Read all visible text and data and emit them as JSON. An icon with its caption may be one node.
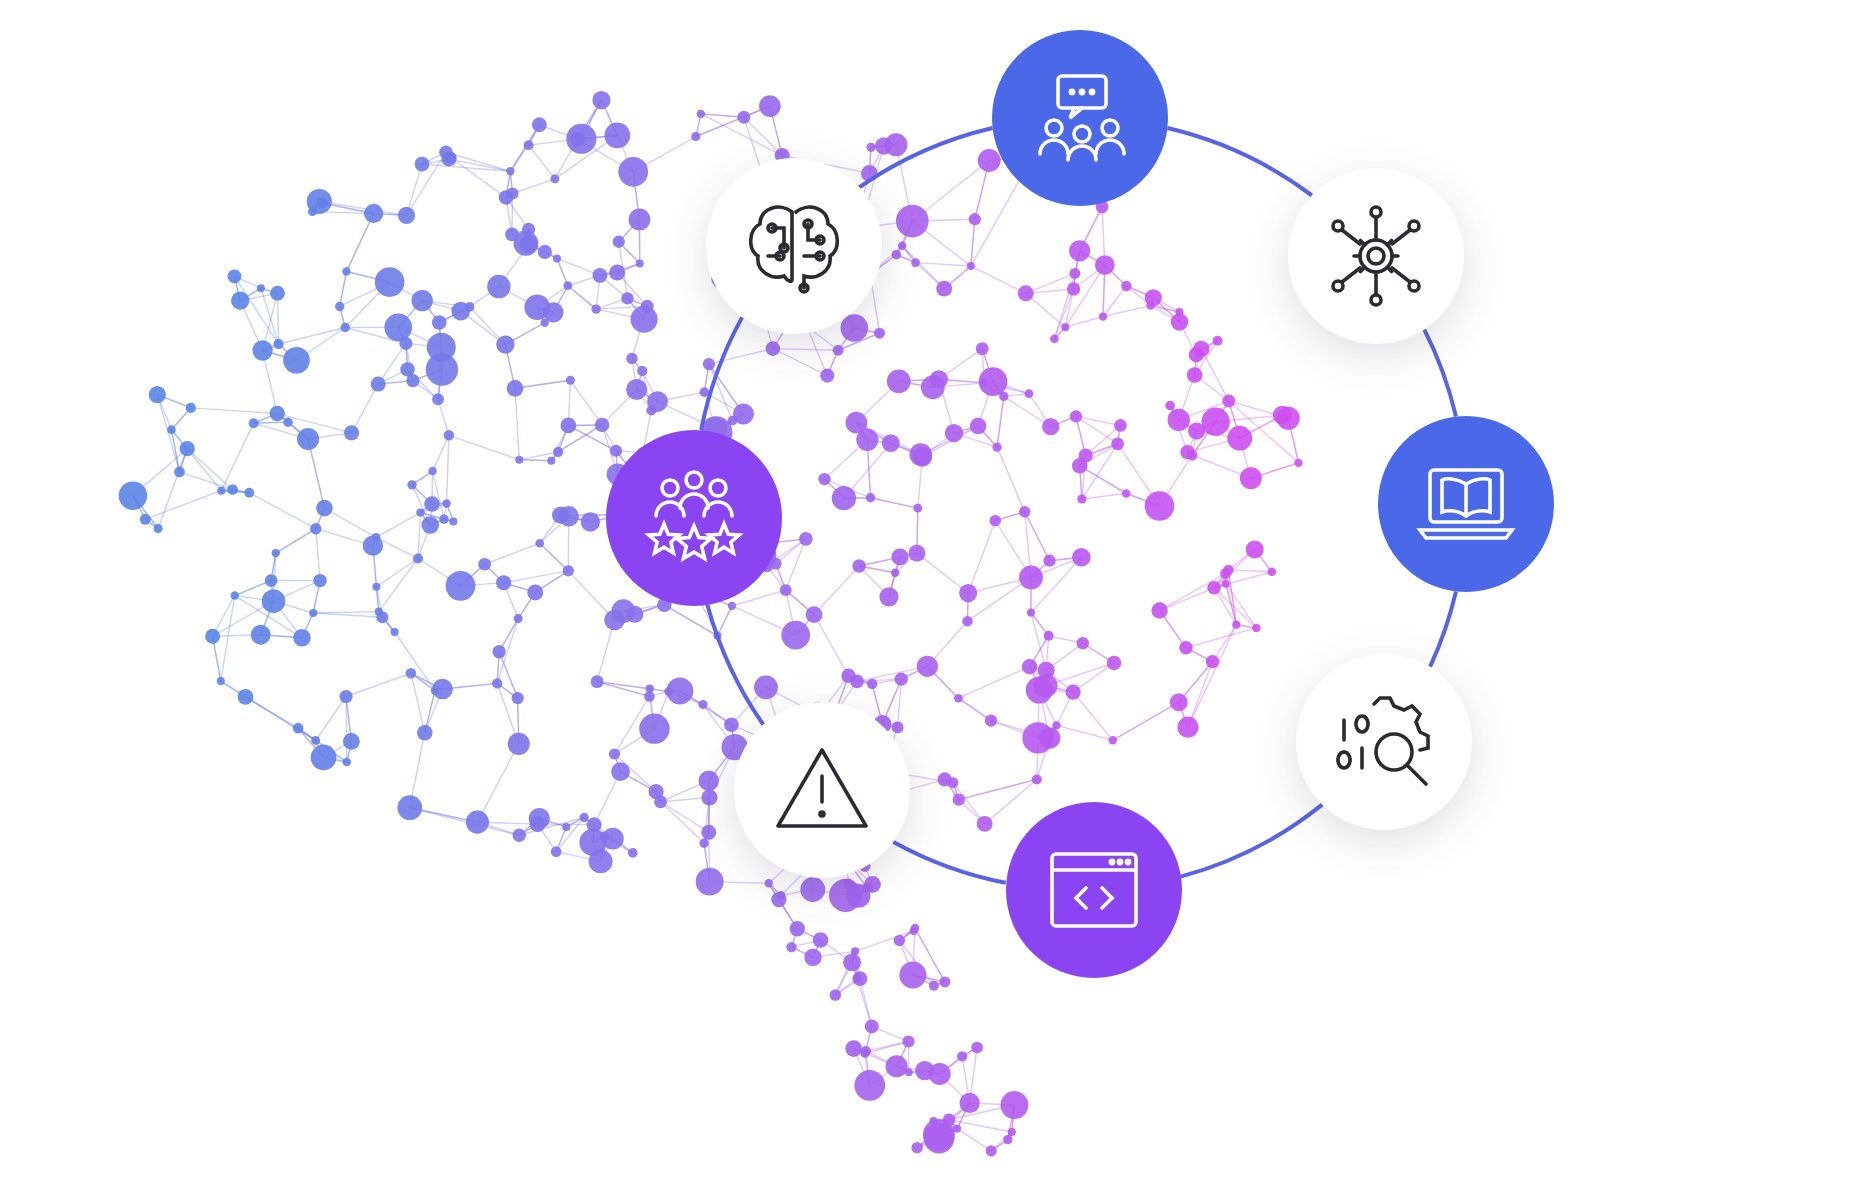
{
  "diagram": {
    "nodes": [
      {
        "text": [],
        "shape": "circle"
      },
      {
        "text": [],
        "shape": "circle"
      },
      {
        "text": [],
        "shape": "circle"
      },
      {
        "text": [],
        "shape": "circle"
      },
      {
        "text": [],
        "shape": "circle"
      },
      {
        "text": [],
        "shape": "circle"
      },
      {
        "text": [],
        "shape": "circle"
      },
      {
        "text": [],
        "shape": "circle"
      }
    ],
    "edges": [
      {
        "from": 0,
        "to": 1,
        "arrow": "none"
      },
      {
        "from": 1,
        "to": 2,
        "arrow": "none"
      },
      {
        "from": 2,
        "to": 3,
        "arrow": "none"
      },
      {
        "from": 3,
        "to": 4,
        "arrow": "none"
      },
      {
        "from": 4,
        "to": 5,
        "arrow": "none"
      },
      {
        "from": 5,
        "to": 6,
        "arrow": "none"
      },
      {
        "from": 6,
        "to": 7,
        "arrow": "none"
      },
      {
        "from": 7,
        "to": 0,
        "arrow": "none"
      }
    ]
  }
}
